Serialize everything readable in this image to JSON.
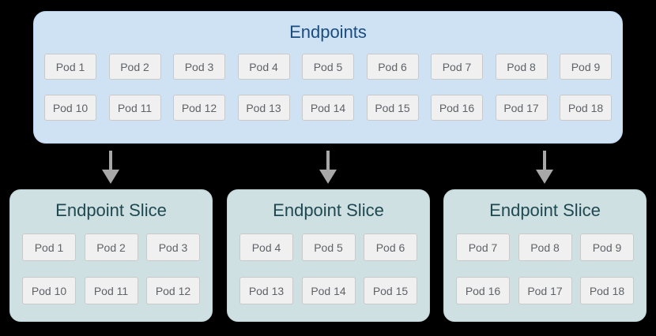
{
  "colors": {
    "page_background": "#000000",
    "endpoints_box_bg": "#cfe2f4",
    "endpoints_box_border": "#bcd5ee",
    "endpoints_title_text": "#1a4c7e",
    "slice_box_bg": "#cfe0e3",
    "slice_box_border": "#bfd4d8",
    "slice_title_text": "#1f4950",
    "pod_bg": "#f0f0f0",
    "pod_border": "#c9c9c9",
    "pod_text": "#5f6368",
    "arrow": "#a8a8a8"
  },
  "endpoints": {
    "title": "Endpoints",
    "rows": [
      [
        "Pod 1",
        "Pod 2",
        "Pod 3",
        "Pod 4",
        "Pod 5",
        "Pod 6",
        "Pod 7",
        "Pod 8",
        "Pod 9"
      ],
      [
        "Pod 10",
        "Pod 11",
        "Pod 12",
        "Pod 13",
        "Pod 14",
        "Pod 15",
        "Pod 16",
        "Pod 17",
        "Pod 18"
      ]
    ]
  },
  "arrows": {
    "icon": "arrow-down",
    "count": 3
  },
  "slices": [
    {
      "title": "Endpoint Slice",
      "rows": [
        [
          "Pod 1",
          "Pod 2",
          "Pod 3"
        ],
        [
          "Pod 10",
          "Pod 11",
          "Pod 12"
        ]
      ]
    },
    {
      "title": "Endpoint Slice",
      "rows": [
        [
          "Pod 4",
          "Pod 5",
          "Pod 6"
        ],
        [
          "Pod 13",
          "Pod 14",
          "Pod 15"
        ]
      ]
    },
    {
      "title": "Endpoint Slice",
      "rows": [
        [
          "Pod 7",
          "Pod 8",
          "Pod 9"
        ],
        [
          "Pod 16",
          "Pod 17",
          "Pod 18"
        ]
      ]
    }
  ]
}
